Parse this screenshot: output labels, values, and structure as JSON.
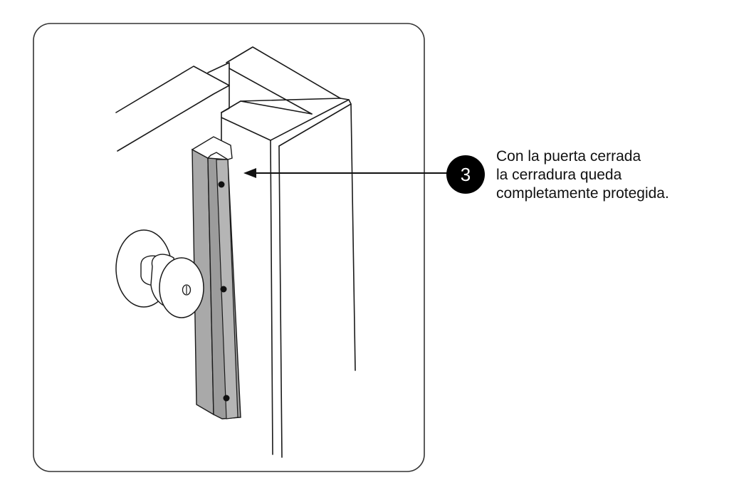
{
  "callout": {
    "step_number": "3",
    "lines": [
      "Con la puerta cerrada",
      "la cerradura queda",
      "completamente protegida."
    ]
  },
  "colors": {
    "outline": "#1a1a1a",
    "panel_border": "#333333",
    "lock_guard_fill": "#a9a9a9",
    "lock_guard_dark": "#8e8e8e",
    "marker_fill": "#000000",
    "background": "#ffffff"
  },
  "icons": {
    "step_marker": "numbered-circle",
    "pointer": "arrow-left"
  }
}
